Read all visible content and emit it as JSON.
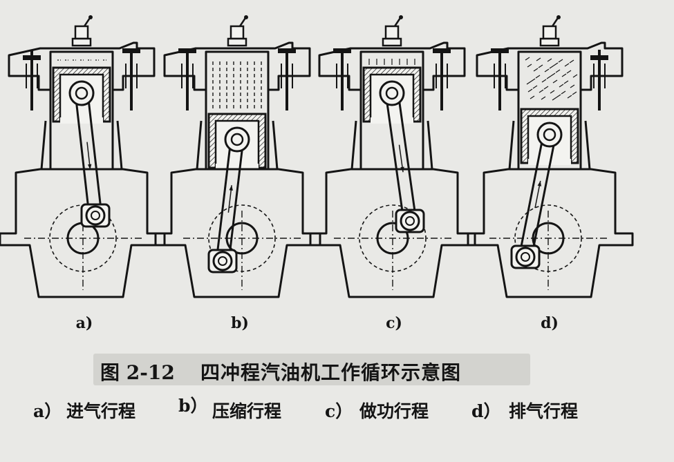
{
  "figure": {
    "labels": [
      "a)",
      "b)",
      "c)",
      "d)"
    ],
    "caption_number": "图 2-12",
    "caption_title": "四冲程汽油机工作循环示意图",
    "legend": [
      {
        "key": "a）",
        "text": "进气行程"
      },
      {
        "key": "b）",
        "text": "压缩行程"
      },
      {
        "key": "c）",
        "text": "做功行程"
      },
      {
        "key": "d）",
        "text": "排气行程"
      }
    ]
  },
  "colors": {
    "ink": "#141414",
    "paper": "#e9e9e6",
    "caption_bg": "#d3d3cf"
  }
}
